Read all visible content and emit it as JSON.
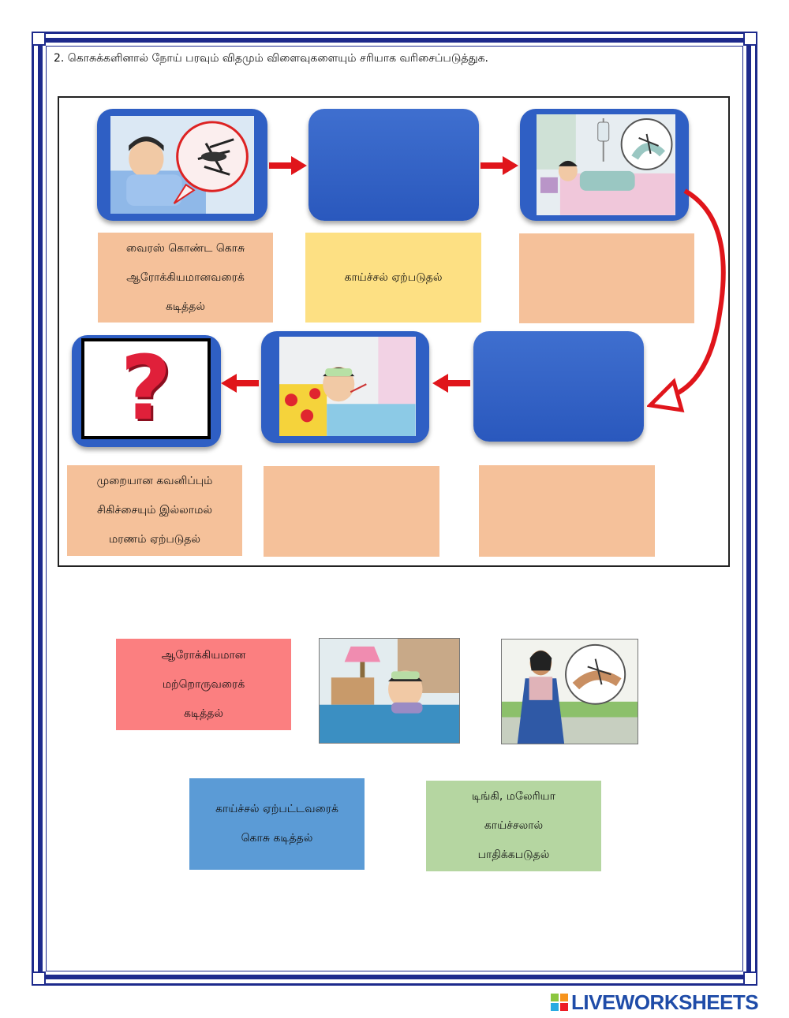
{
  "title": "2. கொசுக்களினால் நோய் பரவும் விதமும் விளைவுகளையும் சரியாக வரிசைப்படுத்துக.",
  "flow_labels": {
    "step1": [
      "வைரஸ் கொண்ட கொசு",
      "ஆரோக்கியமானவரைக்",
      "கடித்தல்"
    ],
    "step2": [
      "காய்ச்சல் ஏற்படுதல்"
    ],
    "step6": [
      "முறையான கவனிப்பும்",
      "சிகிச்சையும் இல்லாமல்",
      "மரணம் ஏற்படுதல்"
    ]
  },
  "options": {
    "pink": [
      "ஆரோக்கியமான",
      "மற்றொருவரைக்",
      "கடித்தல்"
    ],
    "blue": [
      "காய்ச்சல் ஏற்பட்டவரைக்",
      "கொசு கடித்தல்"
    ],
    "green": [
      "டிங்கி, மலேரியா",
      "காய்ச்சலால்",
      "பாதிக்கபடுதல்"
    ]
  },
  "question_mark": "?",
  "brand": "LIVEWORKSHEETS",
  "colors": {
    "frame": "#1d2a8c",
    "tile": "#2f5fc4",
    "arrow": "#e0151b",
    "peach": "#f5c19a",
    "yellow": "#fde083",
    "pink": "#fb7f80",
    "blue": "#5b9bd6",
    "green": "#b5d6a1"
  }
}
